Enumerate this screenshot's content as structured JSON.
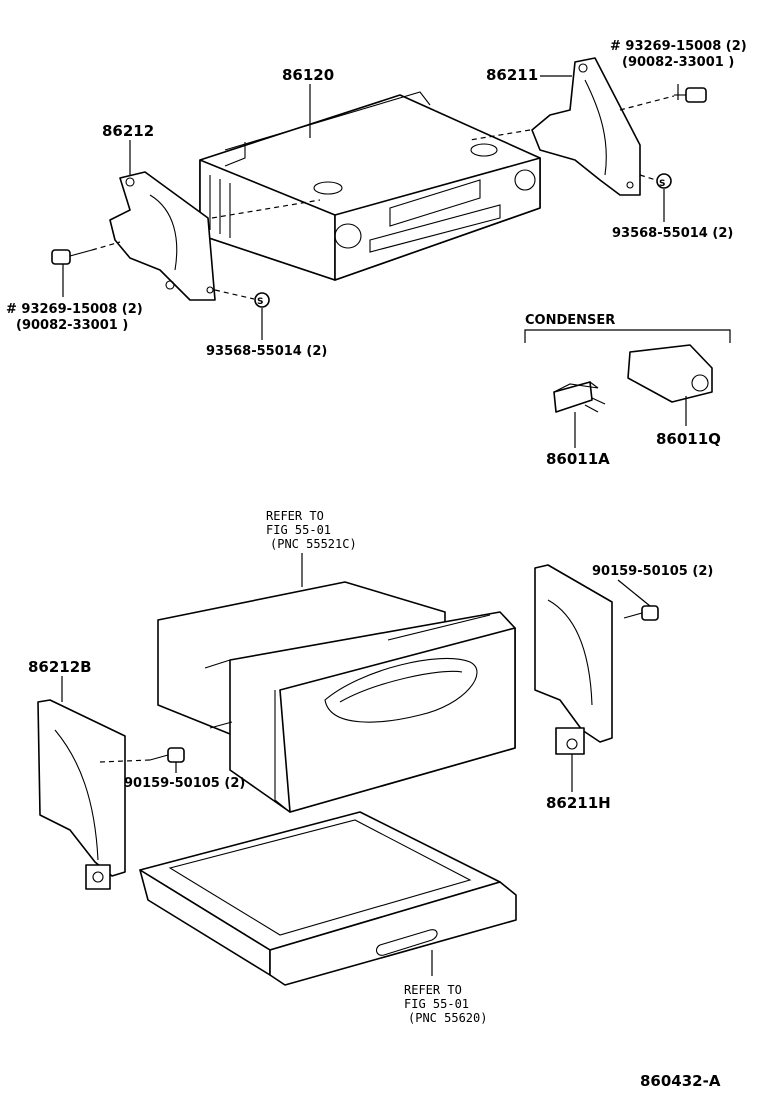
{
  "diagram_code": "860432-A",
  "labels": {
    "p86120": "86120",
    "p86211": "86211",
    "p86212": "86212",
    "bolt_top_right_l1": "# 93269-15008 (2)",
    "bolt_top_right_l2": "(90082-33001 )",
    "bolt_top_left_l1": "# 93269-15008 (2)",
    "bolt_top_left_l2": "(90082-33001 )",
    "washer_right": "93568-55014 (2)",
    "washer_left": "93568-55014 (2)",
    "washer_symbol": "S",
    "condenser_title": "CONDENSER",
    "p86011A": "86011A",
    "p86011Q": "86011Q",
    "refer_upper_l1": "REFER TO",
    "refer_upper_l2": "FIG 55-01",
    "refer_upper_l3": "(PNC 55521C)",
    "screw_right": "90159-50105 (2)",
    "screw_left": "90159-50105 (2)",
    "p86212B": "86212B",
    "p86211H": "86211H",
    "refer_lower_l1": "REFER TO",
    "refer_lower_l2": "FIG 55-01",
    "refer_lower_l3": "(PNC 55620)"
  }
}
